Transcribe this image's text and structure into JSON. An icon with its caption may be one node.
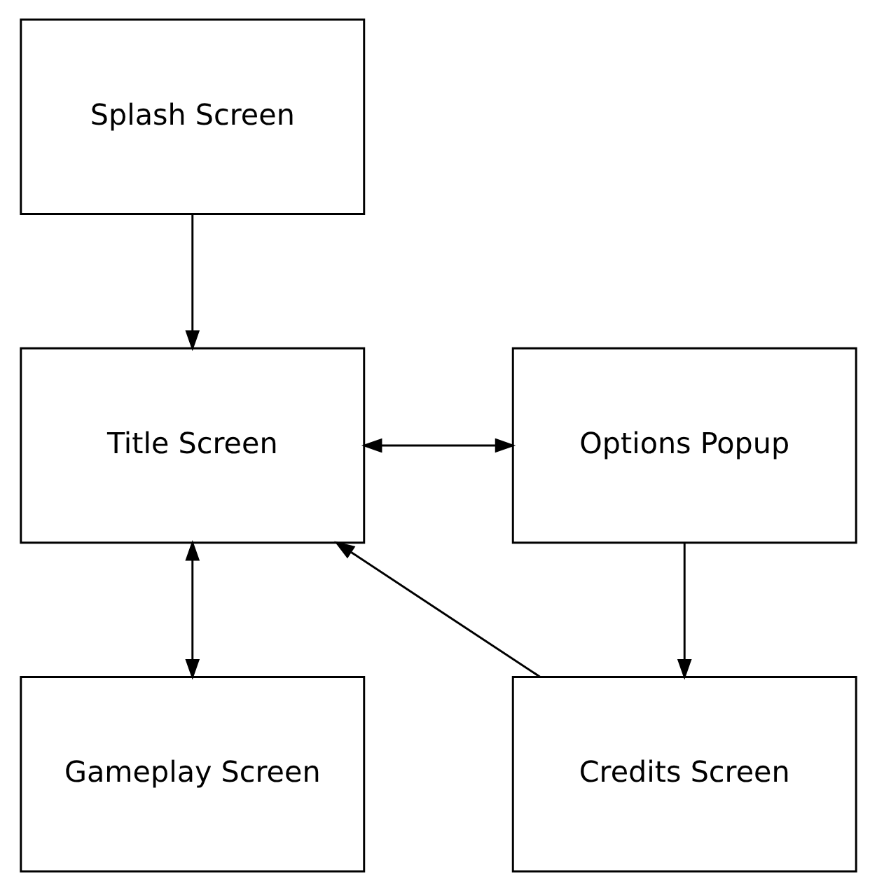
{
  "diagram": {
    "nodes": [
      {
        "text": [
          "Splash Screen"
        ]
      },
      {
        "text": [
          "Title Screen"
        ]
      },
      {
        "text": [
          "Options Popup"
        ]
      },
      {
        "text": [
          "Gameplay Screen"
        ]
      },
      {
        "text": [
          "Credits Screen"
        ]
      }
    ],
    "edges": [
      {
        "from": 0,
        "to": 1,
        "arrow": "to"
      },
      {
        "from": 1,
        "to": 2,
        "arrow": "both"
      },
      {
        "from": 1,
        "to": 3,
        "arrow": "both"
      },
      {
        "from": 2,
        "to": 4,
        "arrow": "to"
      },
      {
        "from": 4,
        "to": 1,
        "arrow": "to"
      }
    ]
  }
}
